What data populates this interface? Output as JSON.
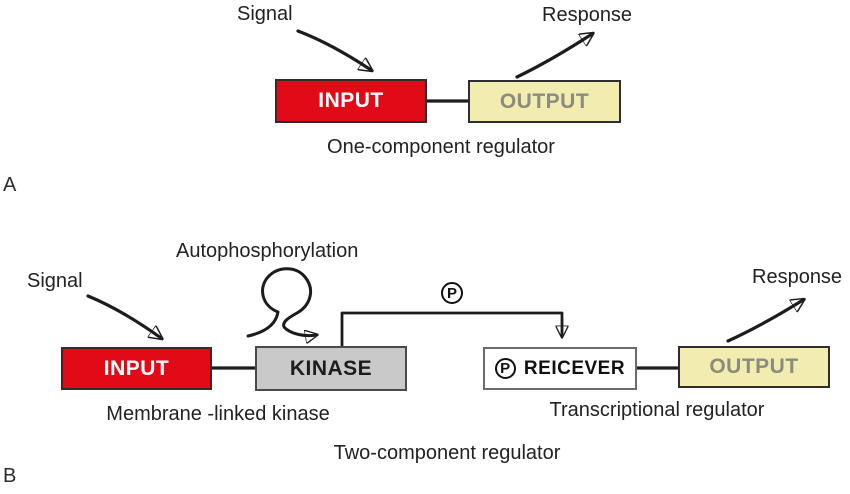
{
  "colors": {
    "input_fill": "#e20a17",
    "output_fill": "#f2edae",
    "kinase_fill": "#c9c9c9",
    "receiver_fill": "#ffffff",
    "ink": "#1c1c1c",
    "box_border": "#2e2e2e",
    "receiver_border": "#6b6b6b",
    "output_text": "#8b8b80",
    "input_text": "#ffffff"
  },
  "panel_a": {
    "panel_label": "A",
    "signal_label": "Signal",
    "response_label": "Response",
    "input_box": "INPUT",
    "output_box": "OUTPUT",
    "caption": "One-component regulator"
  },
  "panel_b": {
    "panel_label": "B",
    "signal_label": "Signal",
    "autophosphorylation_label": "Autophosphorylation",
    "phosphate_symbol": "P",
    "input_box": "INPUT",
    "kinase_box": "KINASE",
    "receiver_phosphate": "P",
    "receiver_box": "REICEVER",
    "output_box": "OUTPUT",
    "membrane_caption": "Membrane -linked kinase",
    "transcriptional_caption": "Transcriptional regulator",
    "caption": "Two-component regulator",
    "response_label": "Response"
  }
}
